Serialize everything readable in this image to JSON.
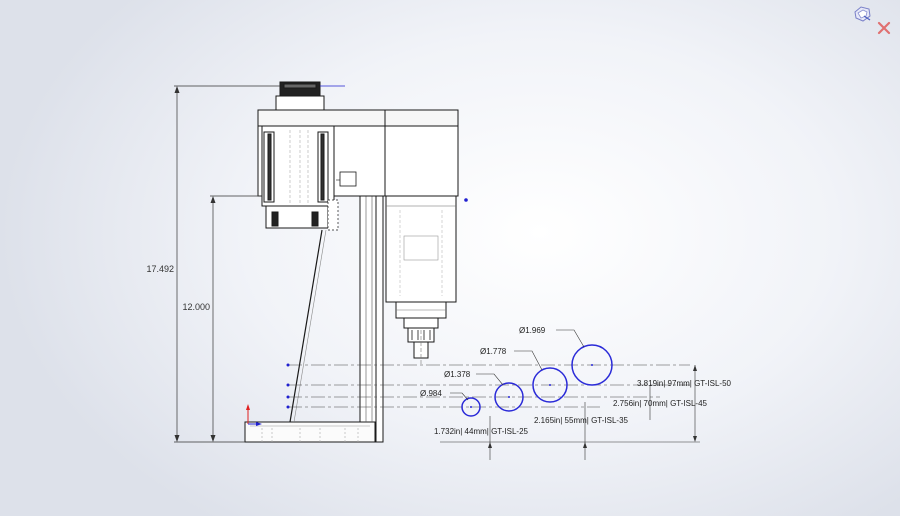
{
  "dimensions": {
    "overall_height": "17.492",
    "table_height": "12.000"
  },
  "diameters": [
    {
      "label": "Ø.984"
    },
    {
      "label": "Ø1.378"
    },
    {
      "label": "Ø1.778"
    },
    {
      "label": "Ø1.969"
    }
  ],
  "callouts": [
    {
      "text": "1.732in| 44mm| GT-ISL-25"
    },
    {
      "text": "2.165in| 55mm| GT-ISL-35"
    },
    {
      "text": "2.756in| 70mm| GT-ISL-45"
    },
    {
      "text": "3.819in| 97mm| GT-ISL-50"
    }
  ],
  "colors": {
    "line": "#1a1a1a",
    "dim_line": "#333333",
    "circle": "#2a2ad8",
    "axis_red": "#e02020",
    "axis_blue": "#2020d0",
    "close_x": "#e07070"
  },
  "toolbar_icons": [
    "confirm-corner-icon",
    "close-icon"
  ]
}
